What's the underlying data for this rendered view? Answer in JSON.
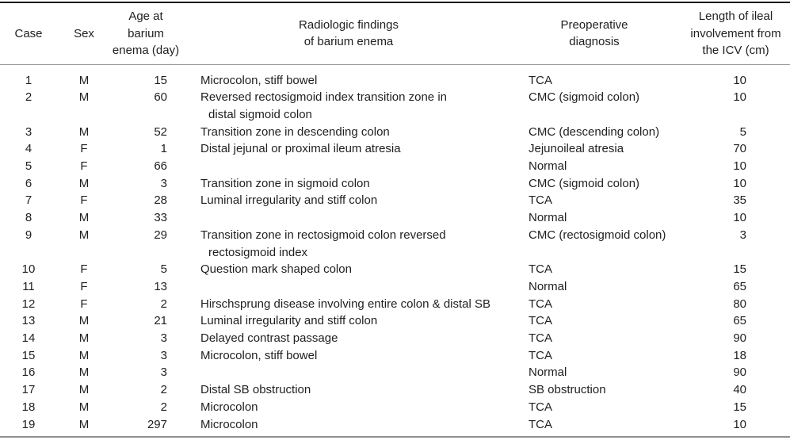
{
  "table": {
    "colors": {
      "text": "#1f1f1f",
      "rule_top": "#1c1c1c",
      "rule_header": "#9a9a9a",
      "rule_bottom": "#8f8f8f",
      "background": "#ffffff"
    },
    "columns": [
      {
        "key": "case",
        "label": [
          "Case"
        ]
      },
      {
        "key": "sex",
        "label": [
          "Sex"
        ]
      },
      {
        "key": "age",
        "label": [
          "Age at barium",
          "enema (day)"
        ]
      },
      {
        "key": "findings",
        "label": [
          "Radiologic findings",
          "of barium enema"
        ]
      },
      {
        "key": "diagnosis",
        "label": [
          "Preoperative",
          "diagnosis"
        ]
      },
      {
        "key": "length",
        "label": [
          "Length of ileal",
          "involvement from",
          "the ICV (cm)"
        ]
      }
    ],
    "rows": [
      {
        "case": "1",
        "sex": "M",
        "age": "15",
        "findings": [
          "Microcolon, stiff bowel"
        ],
        "diagnosis": "TCA",
        "length": "10"
      },
      {
        "case": "2",
        "sex": "M",
        "age": "60",
        "findings": [
          "Reversed rectosigmoid index transition zone in",
          "distal sigmoid colon"
        ],
        "diagnosis": "CMC (sigmoid colon)",
        "length": "10"
      },
      {
        "case": "3",
        "sex": "M",
        "age": "52",
        "findings": [
          "Transition zone in descending colon"
        ],
        "diagnosis": "CMC (descending colon)",
        "length": "5"
      },
      {
        "case": "4",
        "sex": "F",
        "age": "1",
        "findings": [
          "Distal jejunal or proximal ileum atresia"
        ],
        "diagnosis": "Jejunoileal atresia",
        "length": "70"
      },
      {
        "case": "5",
        "sex": "F",
        "age": "66",
        "findings": [],
        "diagnosis": "Normal",
        "length": "10"
      },
      {
        "case": "6",
        "sex": "M",
        "age": "3",
        "findings": [
          "Transition zone in sigmoid colon"
        ],
        "diagnosis": "CMC (sigmoid colon)",
        "length": "10"
      },
      {
        "case": "7",
        "sex": "F",
        "age": "28",
        "findings": [
          "Luminal irregularity and stiff colon"
        ],
        "diagnosis": "TCA",
        "length": "35"
      },
      {
        "case": "8",
        "sex": "M",
        "age": "33",
        "findings": [],
        "diagnosis": "Normal",
        "length": "10"
      },
      {
        "case": "9",
        "sex": "M",
        "age": "29",
        "findings": [
          "Transition zone in rectosigmoid colon reversed",
          "rectosigmoid index"
        ],
        "diagnosis": "CMC (rectosigmoid colon)",
        "length": "3"
      },
      {
        "case": "10",
        "sex": "F",
        "age": "5",
        "findings": [
          "Question mark shaped colon"
        ],
        "diagnosis": "TCA",
        "length": "15"
      },
      {
        "case": "11",
        "sex": "F",
        "age": "13",
        "findings": [],
        "diagnosis": "Normal",
        "length": "65"
      },
      {
        "case": "12",
        "sex": "F",
        "age": "2",
        "findings": [
          "Hirschsprung disease involving entire colon & distal SB"
        ],
        "diagnosis": "TCA",
        "length": "80"
      },
      {
        "case": "13",
        "sex": "M",
        "age": "21",
        "findings": [
          "Luminal irregularity and stiff colon"
        ],
        "diagnosis": "TCA",
        "length": "65"
      },
      {
        "case": "14",
        "sex": "M",
        "age": "3",
        "findings": [
          "Delayed contrast passage"
        ],
        "diagnosis": "TCA",
        "length": "90"
      },
      {
        "case": "15",
        "sex": "M",
        "age": "3",
        "findings": [
          "Microcolon, stiff bowel"
        ],
        "diagnosis": "TCA",
        "length": "18"
      },
      {
        "case": "16",
        "sex": "M",
        "age": "3",
        "findings": [],
        "diagnosis": "Normal",
        "length": "90"
      },
      {
        "case": "17",
        "sex": "M",
        "age": "2",
        "findings": [
          "Distal SB obstruction"
        ],
        "diagnosis": "SB obstruction",
        "length": "40"
      },
      {
        "case": "18",
        "sex": "M",
        "age": "2",
        "findings": [
          "Microcolon"
        ],
        "diagnosis": "TCA",
        "length": "15"
      },
      {
        "case": "19",
        "sex": "M",
        "age": "297",
        "findings": [
          "Microcolon"
        ],
        "diagnosis": "TCA",
        "length": "10"
      }
    ]
  }
}
